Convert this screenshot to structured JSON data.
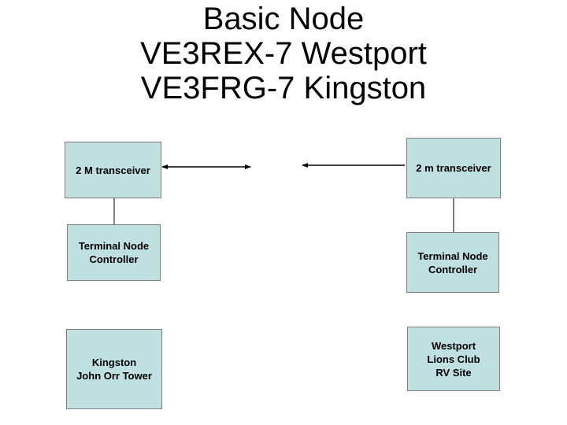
{
  "title_lines": [
    "Basic Node",
    "VE3REX-7 Westport",
    "VE3FRG-7 Kingston"
  ],
  "colors": {
    "box_fill": "#c0dfe1",
    "box_border": "#7f7f7f",
    "line": "#000000"
  },
  "left_column": {
    "transceiver": "2 M transceiver",
    "tnc": "Terminal Node\nController",
    "site": "Kingston\nJohn Orr Tower"
  },
  "right_column": {
    "transceiver": "2 m transceiver",
    "tnc": "Terminal Node\nController",
    "site": "Westport\nLions Club\nRV Site"
  }
}
